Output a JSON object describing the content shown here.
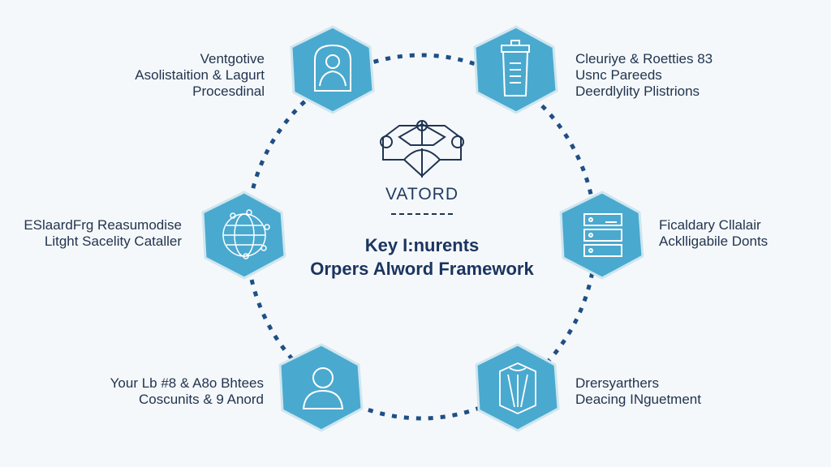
{
  "colors": {
    "node_fill": "#4aa9cf",
    "node_border": "#cfe6ef",
    "ring_dots": "#1e4f86",
    "text": "#22344f"
  },
  "center": {
    "logo_icon": "network-shield-icon",
    "brand": "VATORD",
    "title_line1": "Key I:nurents",
    "title_line2": "Orpers Alword Framework"
  },
  "nodes": [
    {
      "icon": "person-portrait-icon",
      "lines": [
        "Ventgotive",
        "Asolistaition & Lagurt",
        "Procesdinal"
      ]
    },
    {
      "icon": "document-clipboard-icon",
      "lines": [
        "Cleuriye & Roetties 83",
        "Usnc Pareeds",
        "Deerdlylity Plistrions"
      ]
    },
    {
      "icon": "globe-network-icon",
      "lines": [
        "ESlaardFrg Reasumodise",
        "Litght Sacelity Cataller"
      ]
    },
    {
      "icon": "server-rack-icon",
      "lines": [
        "Ficaldary Cllalair",
        "Acklligabile Donts"
      ]
    },
    {
      "icon": "user-profile-icon",
      "lines": [
        "Your Lb #8 & A8o Bhtees",
        "Coscunits & 9 Anord"
      ]
    },
    {
      "icon": "jacket-shield-icon",
      "lines": [
        "Drersyarthers",
        "Deacing INguetment"
      ]
    }
  ]
}
